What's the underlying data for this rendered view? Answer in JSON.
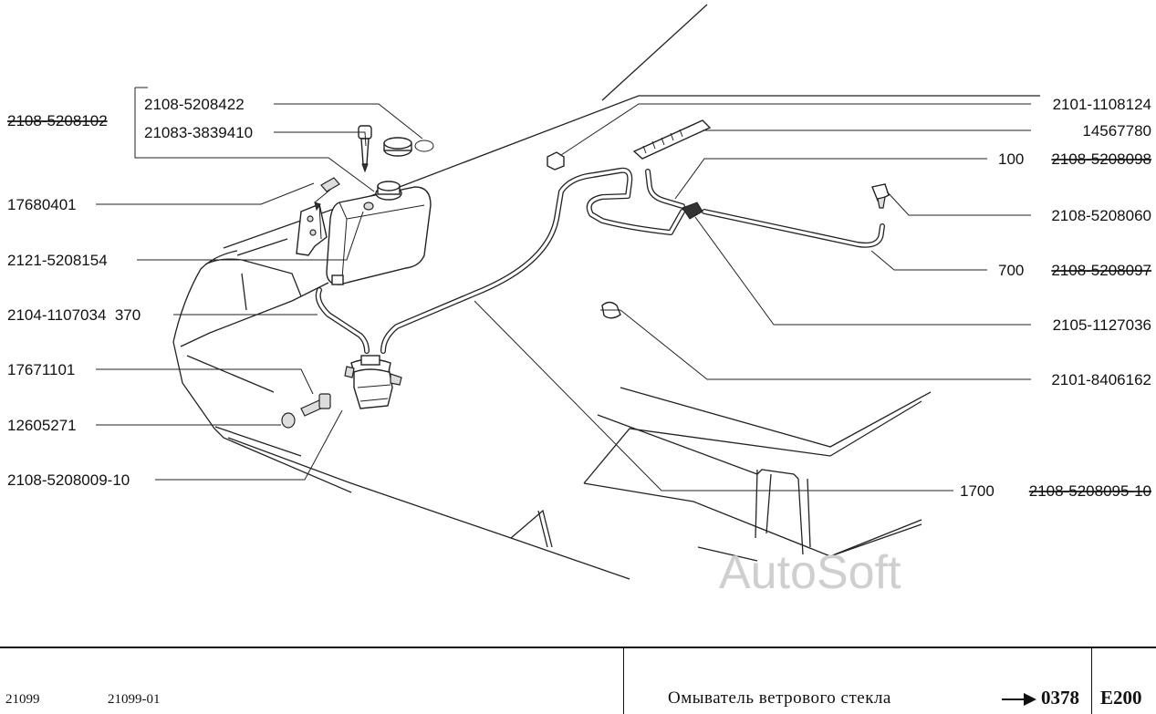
{
  "labels": {
    "l_2108_5208422": "2108-5208422",
    "l_21083_3839410": "21083-3839410",
    "l_2108_5208102": "2108-5208102",
    "l_17680401": "17680401",
    "l_2121_5208154": "2121-5208154",
    "l_2104_1107034": "2104-1107034  370",
    "l_17671101": "17671101",
    "l_12605271": "12605271",
    "l_2108_5208009_10": "2108-5208009-10",
    "l_2101_1108124": "2101-1108124",
    "l_14567780": "14567780",
    "l_100_qty": "100",
    "l_2108_5208098": "2108-5208098",
    "l_2108_5208060": "2108-5208060",
    "l_700_qty": "700",
    "l_2108_5208097": "2108-5208097",
    "l_2105_1127036": "2105-1127036",
    "l_2101_8406162": "2101-8406162",
    "l_1700_qty": "1700",
    "l_2108_5208095_10": "2108-5208095-10"
  },
  "watermark": "AutoSoft",
  "footer": {
    "model_1": "21099",
    "model_2": "21099-01",
    "title": "Омыватель ветрового стекла",
    "page_ref": "0378",
    "section": "E200"
  },
  "icons": {
    "arrow": "right-arrow-icon"
  }
}
